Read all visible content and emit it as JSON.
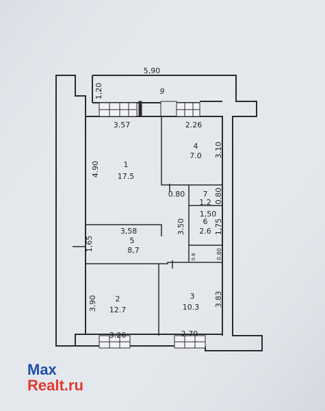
{
  "dimensions": {
    "balcony_width": "5,90",
    "balcony_depth": "1,20",
    "balcony_no": "9",
    "room1_width": "3.57",
    "room4_width": "2.26",
    "room4_depth": "3.10",
    "room1_depth": "4.90",
    "room7_width": "0.80",
    "room7_depth": "0.80",
    "room6_width": "1,50",
    "room6_depth": "1,75",
    "hall_width": "3,58",
    "hall_depth": "3.50",
    "corridor": "1,65",
    "niche_width": "0.8",
    "niche_depth": "0.80",
    "room2_depth": "3.90",
    "room3_depth": "3.83",
    "room2_width": "3.26",
    "room3_width": "2.70"
  },
  "rooms": [
    {
      "number": "1",
      "area": "17.5"
    },
    {
      "number": "2",
      "area": "12.7"
    },
    {
      "number": "3",
      "area": "10.3"
    },
    {
      "number": "4",
      "area": "7.0"
    },
    {
      "number": "5",
      "area": "8,7"
    },
    {
      "number": "6",
      "area": "2.6"
    },
    {
      "number": "7",
      "area": "1.2"
    }
  ],
  "watermark": {
    "line1": "Max",
    "line2": "Realt.ru"
  },
  "colors": {
    "paper": "#e4e7ec",
    "ink": "#1f1f22",
    "watermark_blue": "#1f4fa8",
    "watermark_red": "#e03a2f"
  }
}
